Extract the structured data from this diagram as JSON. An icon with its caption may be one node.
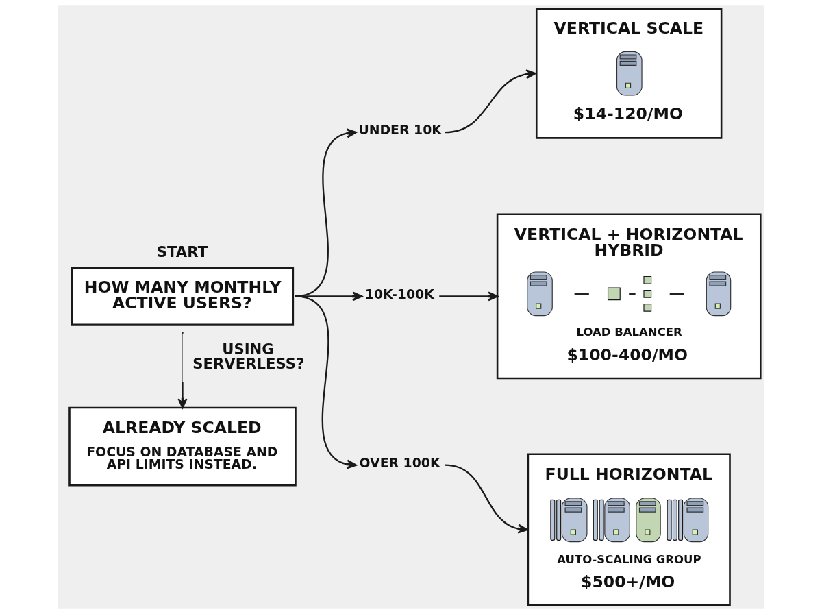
{
  "diagram": {
    "nodes": [
      {
        "text": [
          "START",
          "HOW MANY MONTHLY ACTIVE USERS?"
        ]
      },
      {
        "text": [
          "UNDER 10K"
        ]
      },
      {
        "text": [
          "VERTICAL SCALE",
          "$14-120/MO"
        ]
      },
      {
        "text": [
          "10K-100K"
        ]
      },
      {
        "text": [
          "VERTICAL + HORIZONTAL HYBRID",
          "LOAD BALANCER",
          "$100-400/MO"
        ]
      },
      {
        "text": [
          "OVER 100K"
        ]
      },
      {
        "text": [
          "FULL HORIZONTAL",
          "AUTO-SCALING GROUP",
          "$500+/MO"
        ]
      },
      {
        "text": [
          "ALREADY SCALED",
          "FOCUS ON DATABASE AND API LIMITS INSTEAD."
        ]
      }
    ],
    "edges": [
      {
        "from": 0,
        "to": 1,
        "arrow": "to"
      },
      {
        "from": 1,
        "to": 2,
        "arrow": "to"
      },
      {
        "from": 0,
        "to": 3,
        "arrow": "to"
      },
      {
        "from": 3,
        "to": 4,
        "arrow": "to"
      },
      {
        "from": 0,
        "to": 5,
        "arrow": "to"
      },
      {
        "from": 5,
        "to": 6,
        "arrow": "to"
      },
      {
        "from": 0,
        "to": 7,
        "arrow": "to",
        "label": "USING SERVERLESS?"
      }
    ]
  }
}
